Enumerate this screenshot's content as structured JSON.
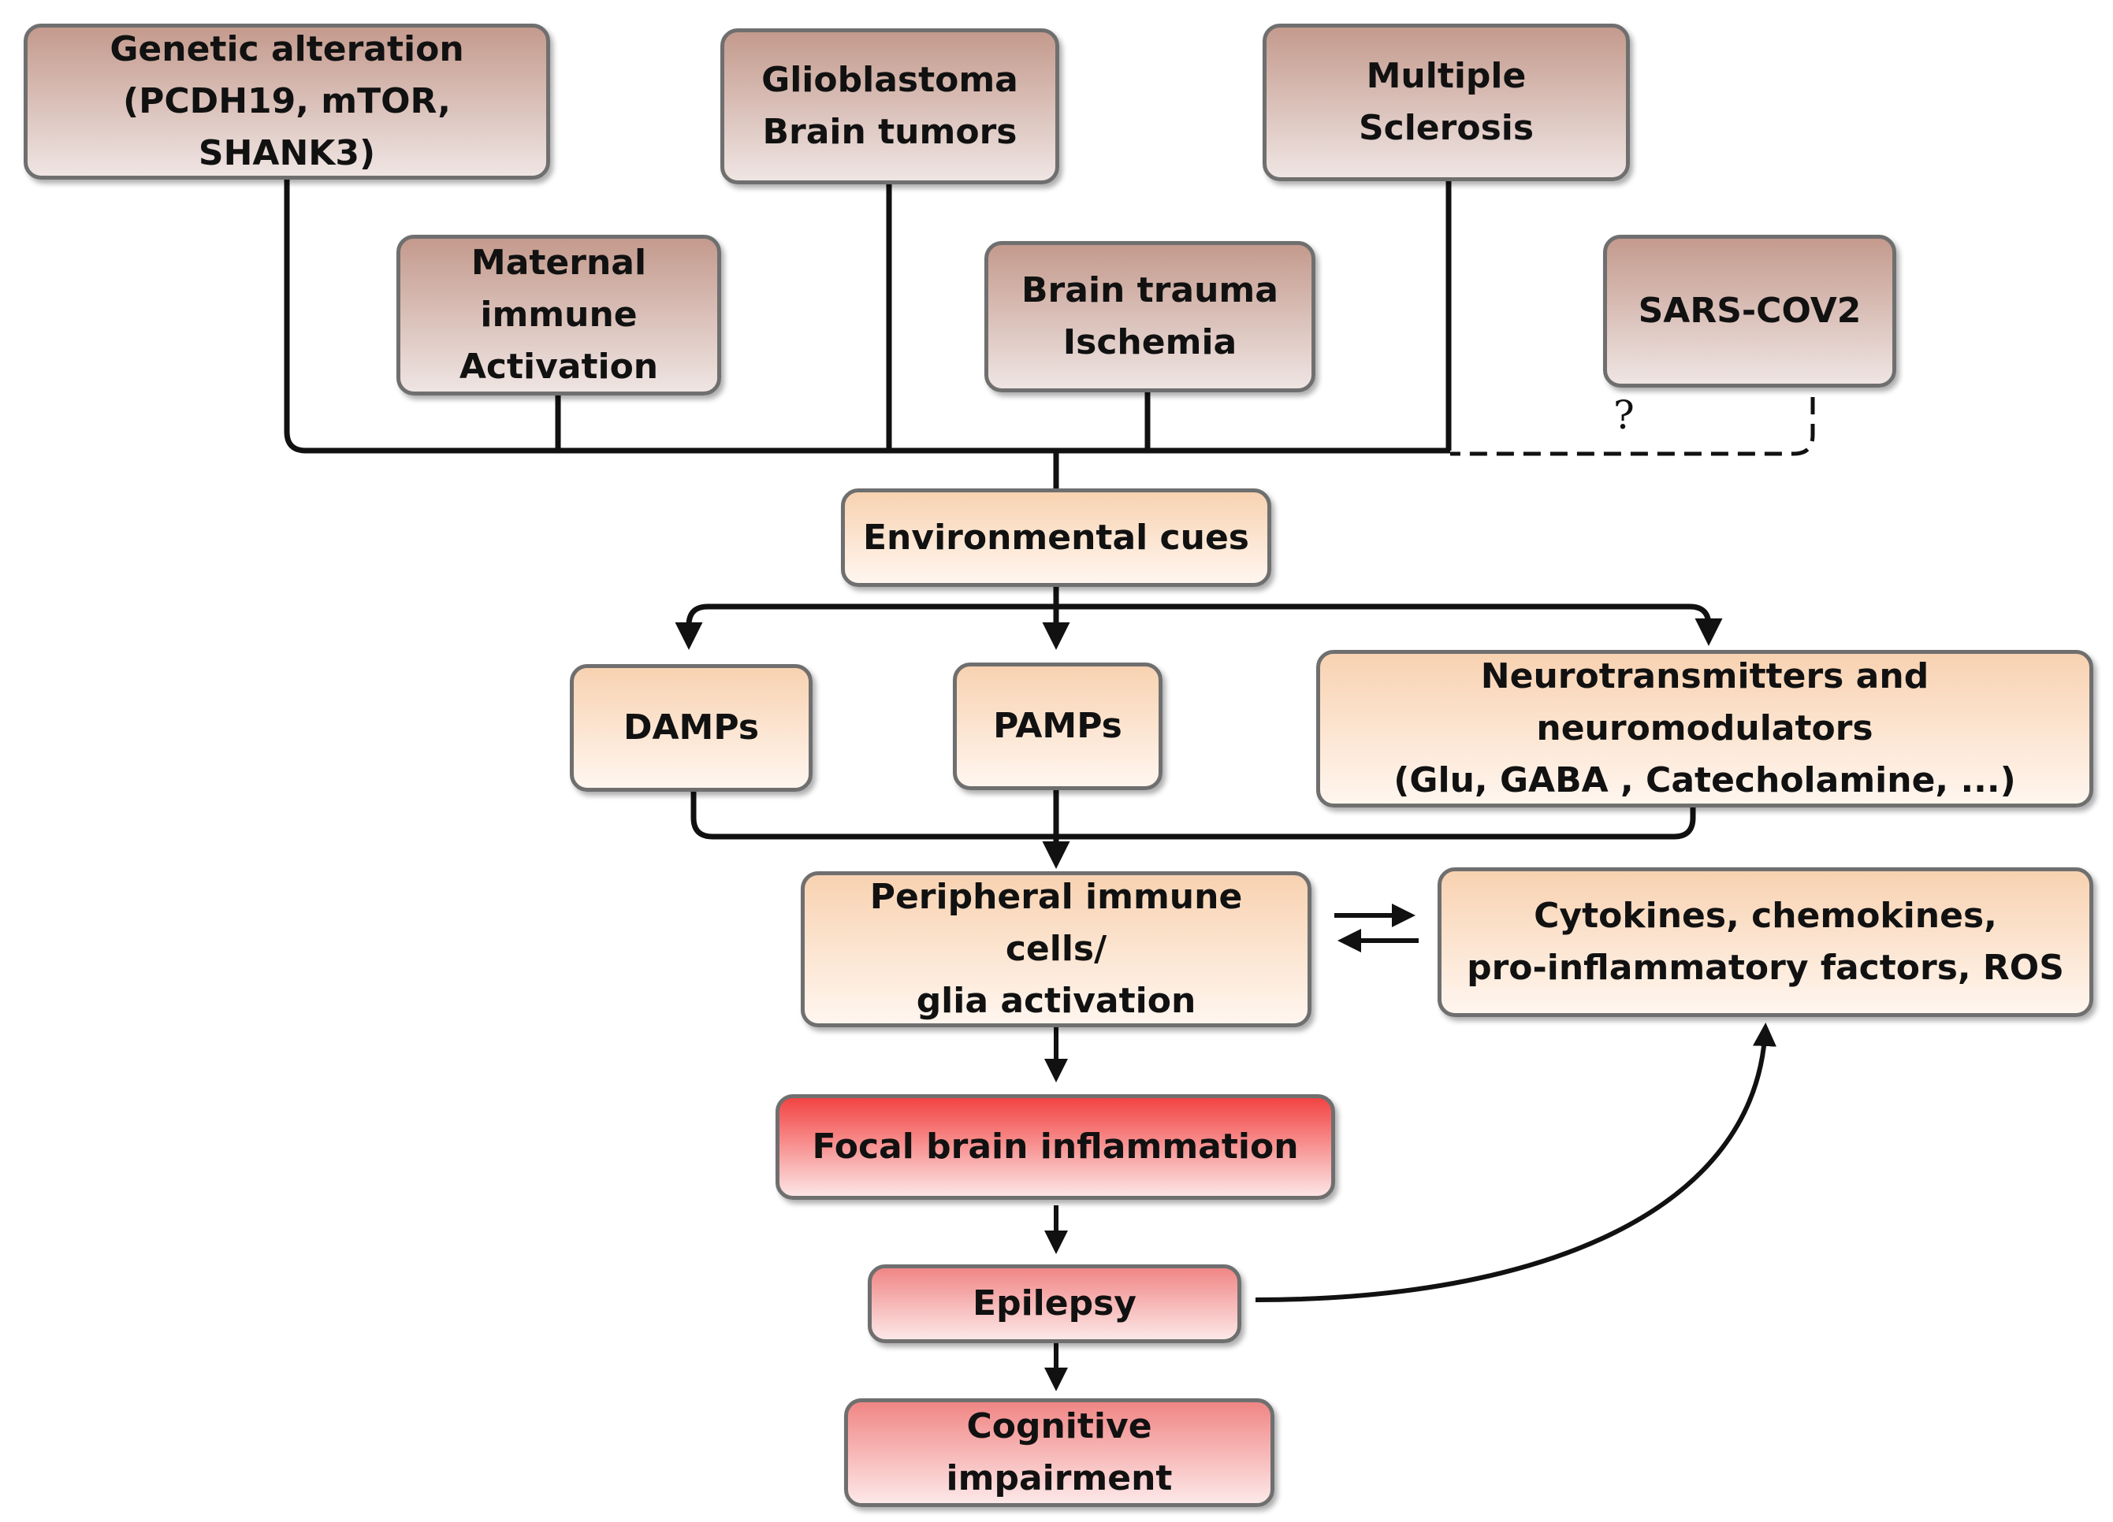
{
  "nodes": {
    "genetic": {
      "lines": [
        "Genetic alteration",
        "(PCDH19, mTOR,",
        "SHANK3)"
      ]
    },
    "glioblastoma": {
      "lines": [
        "Glioblastoma",
        "Brain tumors"
      ]
    },
    "ms": {
      "lines": [
        "Multiple",
        "Sclerosis"
      ]
    },
    "maternal": {
      "lines": [
        "Maternal",
        "immune",
        "Activation"
      ]
    },
    "trauma": {
      "lines": [
        "Brain trauma",
        "Ischemia"
      ]
    },
    "sars": {
      "lines": [
        "SARS-COV2"
      ]
    },
    "environmental": {
      "lines": [
        "Environmental cues"
      ]
    },
    "damps": {
      "lines": [
        "DAMPs"
      ]
    },
    "pamps": {
      "lines": [
        "PAMPs"
      ]
    },
    "neuro": {
      "lines": [
        "Neurotransmitters and",
        "neuromodulators",
        "(Glu, GABA , Catecholamine, ...)"
      ]
    },
    "peripheral": {
      "lines": [
        "Peripheral immune",
        "cells/",
        "glia activation"
      ]
    },
    "cytokines": {
      "lines": [
        "Cytokines, chemokines,",
        "pro-inflammatory factors, ROS"
      ]
    },
    "focal": {
      "lines": [
        "Focal brain inflammation"
      ]
    },
    "epilepsy": {
      "lines": [
        "Epilepsy"
      ]
    },
    "cognitive": {
      "lines": [
        "Cognitive",
        "impairment"
      ]
    }
  },
  "sars_link": {
    "label": "?"
  },
  "colors": {
    "line": "#111111",
    "border": "#6f6f6f",
    "brown_top": "#c49a8d",
    "peach_top": "#f8d2b1",
    "red_top": "#f24443",
    "pink_top": "#f08685"
  }
}
